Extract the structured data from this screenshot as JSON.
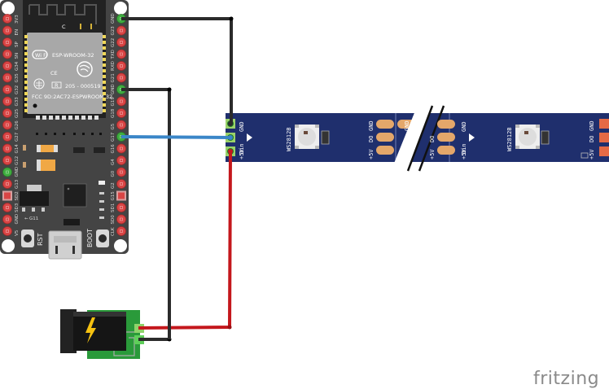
{
  "diagram": {
    "tool_watermark": "fritzing",
    "esp32_board": {
      "module_label": "ESP-WROOM-32",
      "wifi_logo_text": "Wi Fi",
      "ce_mark": "CE",
      "r_mark": "R",
      "cert_number": "205 - 000519",
      "fcc_id": "FCC 9D:2AC72-ESPWROOM 32",
      "antenna_label": "C",
      "left_pins": [
        "3V3",
        "EN",
        "SP",
        "SN",
        "G34",
        "G35",
        "G32",
        "G33",
        "G25",
        "G26",
        "G27",
        "G14",
        "G12",
        "GND",
        "G13",
        "SD2",
        "SD3",
        "GND",
        "V5"
      ],
      "right_pins": [
        "GND",
        "G23",
        "G22",
        "TXD",
        "RXD",
        "G21",
        "GND",
        "G19",
        "G18",
        "G5",
        "G17",
        "G16",
        "G4",
        "G0",
        "G2",
        "G15",
        "SD1",
        "SD0",
        "CLK"
      ],
      "extra_label": "G11",
      "buttons": [
        "RST",
        "BOOT"
      ],
      "connected_pins": [
        "GND-left",
        "GND-right-1",
        "GND-right-2",
        "G17"
      ]
    },
    "led_strip": {
      "chip_label": "WS2812B",
      "input_pins": [
        "+5V",
        "Din",
        "GND"
      ],
      "output_pins": [
        "+5V",
        "DO",
        "GND"
      ],
      "segments": 2,
      "cut_marker": "//"
    },
    "power_jack": {
      "symbol": "lightning-bolt",
      "pins": [
        "+",
        "-"
      ]
    },
    "wires": [
      {
        "name": "gnd-esp-to-strip",
        "color": "#2b2b2b",
        "from": "ESP32 GND (top right)",
        "to": "Strip GND"
      },
      {
        "name": "gnd-esp-to-jack",
        "color": "#2b2b2b",
        "from": "ESP32 GND (right)",
        "to": "Jack -"
      },
      {
        "name": "data-g17-to-din",
        "color": "#3a86c8",
        "from": "ESP32 G17",
        "to": "Strip Din"
      },
      {
        "name": "power-jack-to-5v",
        "color": "#c4171c",
        "from": "Jack +",
        "to": "Strip +5V"
      }
    ],
    "colors": {
      "board": "#3f3f3f",
      "module": "#a6a6a6",
      "pin_red": "#d94545",
      "pin_green": "#3fae3f",
      "strip": "#1e2f6b",
      "pad": "#e4a76a",
      "end_pad": "#e56a45",
      "jack_pcb": "#2a9a3a"
    }
  }
}
